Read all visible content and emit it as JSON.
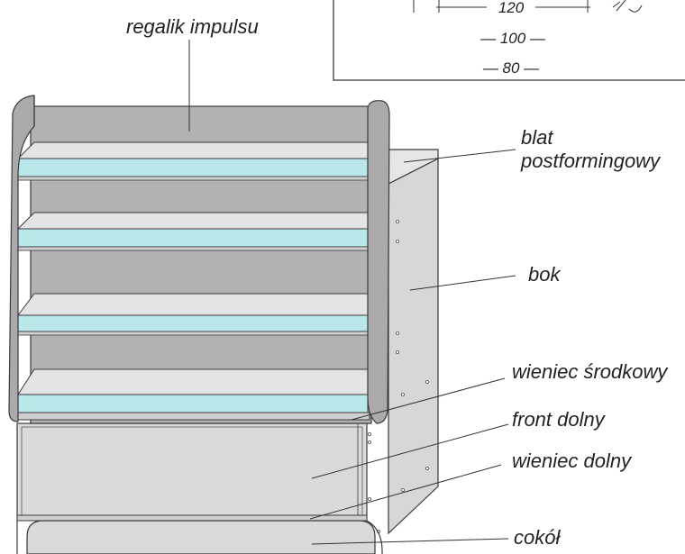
{
  "labels": {
    "regalik": "regalik impulsu",
    "blat_line1": "blat",
    "blat_line2": "postformingowy",
    "bok": "bok",
    "wieniec_srodkowy": "wieniec środkowy",
    "front_dolny": "front dolny",
    "wieniec_dolny": "wieniec dolny",
    "cokol": "cokół"
  },
  "inset": {
    "dim_120": "120",
    "dim_100": "— 100 —",
    "dim_80": "— 80 —"
  },
  "colors": {
    "frame": "#aaaaaa",
    "back_panel": "#b2b2b2",
    "shelf_top": "#e4e4e4",
    "shelf_edge": "#b9e7ea",
    "side_panel": "#d7d7d7",
    "lower_front": "#dcdcdc",
    "outline": "#3a3a3a"
  }
}
